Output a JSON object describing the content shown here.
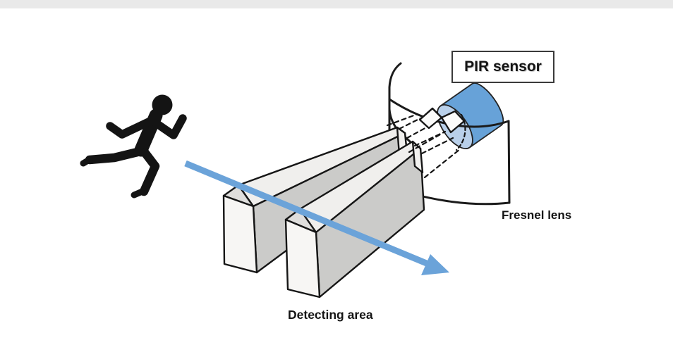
{
  "page": {
    "background": "#ffffff",
    "top_band_color": "#e9e9e9"
  },
  "labels": {
    "pir_sensor": "PIR sensor",
    "fresnel_lens": "Fresnel lens",
    "detecting_area": "Detecting area"
  },
  "colors": {
    "arrow_blue": "#6ba3d9",
    "sensor_body_blue": "#67a2d8",
    "sensor_face_blue": "#b9d0ea",
    "beam_side_gray": "#cbcbc9",
    "beam_top_white": "#f0efed",
    "beam_cap_white": "#f7f6f4",
    "beam_cap_tri_gray": "#dfdedc",
    "outline_black": "#1b1b1b",
    "runner_black": "#141414"
  },
  "icons": {
    "runner": "running-person-icon",
    "motion_arrow": "motion-direction-arrow",
    "sensor": "pir-sensor-cylinder",
    "lens": "fresnel-lens-sheet",
    "beams": "detection-beams"
  }
}
